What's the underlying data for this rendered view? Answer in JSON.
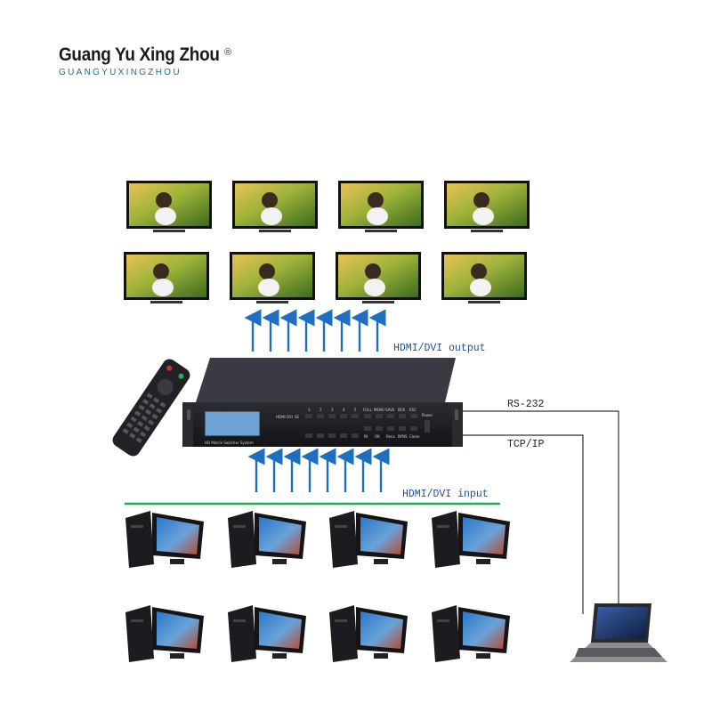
{
  "brand": {
    "name": "Guang Yu Xing Zhou",
    "registered_mark": "®",
    "subtitle": "GUANGYUXINGZHOU"
  },
  "labels": {
    "output": "HDMI/DVI output",
    "input": "HDMI/DVI input",
    "rs232": "RS-232",
    "tcpip": "TCP/IP"
  },
  "device": {
    "panel_text": "HD Matrix Switcher System",
    "power_label": "Power",
    "top_buttons": [
      "1",
      "2",
      "3",
      "4",
      "5"
    ],
    "func_top": [
      "FULL",
      "MENU",
      "SAVE",
      "BCK",
      "ESC"
    ],
    "func_bottom": [
      "IN",
      "OK",
      "Reca",
      "BYNS",
      "Clean"
    ],
    "lcd_small": [
      "HDMI",
      "DVI",
      "SE"
    ]
  },
  "colors": {
    "arrow": "#1e6fc0",
    "green_line": "#1fb14a",
    "label_blue": "#1f4f9e",
    "chassis": "#1b1b1f"
  }
}
